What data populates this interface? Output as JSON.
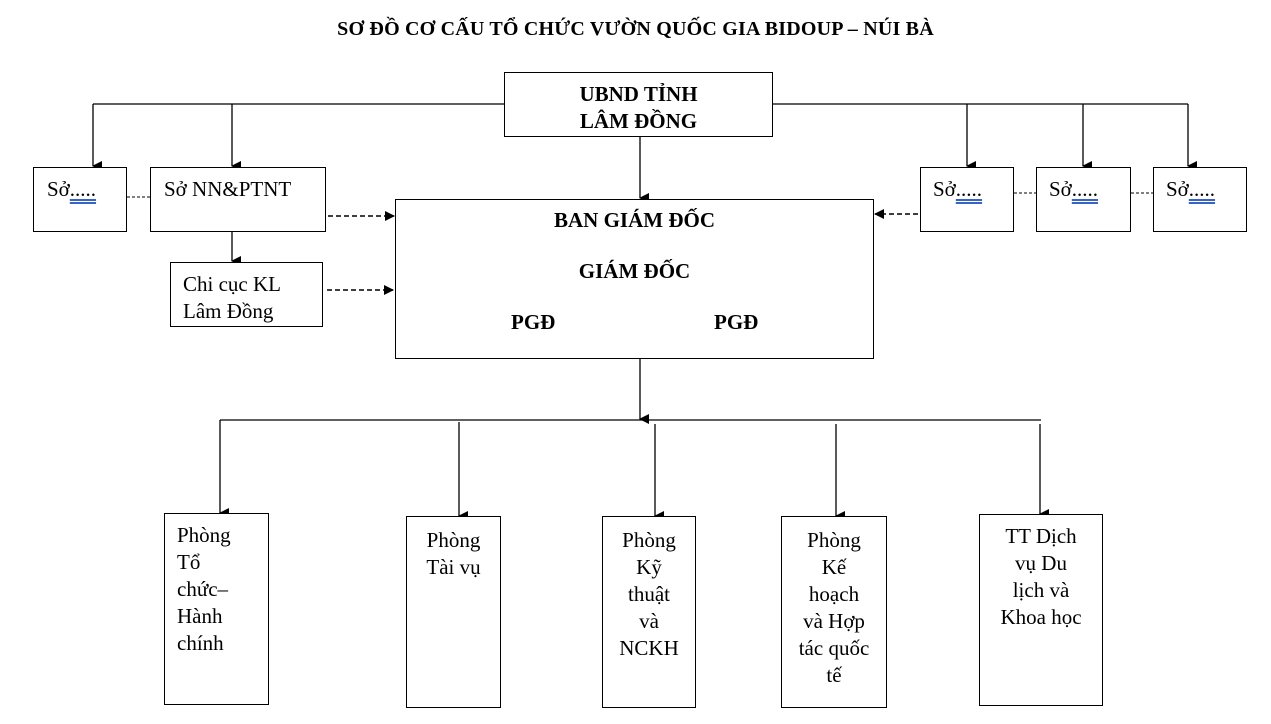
{
  "title": "SƠ ĐỒ CƠ CẤU TỔ CHỨC VƯỜN QUỐC GIA BIDOUP – NÚI BÀ",
  "top": {
    "line1": "UBND TỈNH",
    "line2": "LÂM ĐỒNG"
  },
  "left": {
    "so_other": {
      "prefix": "Sở",
      "suffix": "....."
    },
    "so_nn": "Sở NN&PTNT",
    "chi_cuc": {
      "line1": "Chi cục KL",
      "line2": "Lâm Đồng"
    }
  },
  "right": [
    {
      "prefix": "Sở",
      "suffix": "....."
    },
    {
      "prefix": "Sở",
      "suffix": "....."
    },
    {
      "prefix": "Sở",
      "suffix": "....."
    }
  ],
  "board": {
    "heading": "BAN GIÁM ĐỐC",
    "director": "GIÁM ĐỐC",
    "deputy_left": "PGĐ",
    "deputy_right": "PGĐ"
  },
  "departments": [
    {
      "lines": [
        "Phòng",
        "Tổ",
        "chức–",
        "Hành",
        "chính"
      ]
    },
    {
      "lines": [
        "Phòng",
        "Tài vụ"
      ]
    },
    {
      "lines": [
        "Phòng",
        "Kỹ",
        "thuật",
        "và",
        "NCKH"
      ]
    },
    {
      "lines": [
        "Phòng",
        "Kế",
        "hoạch",
        "và Hợp",
        "tác quốc",
        "tế"
      ]
    },
    {
      "lines": [
        "TT Dịch",
        "vụ Du",
        "lịch và",
        "Khoa học"
      ]
    }
  ]
}
